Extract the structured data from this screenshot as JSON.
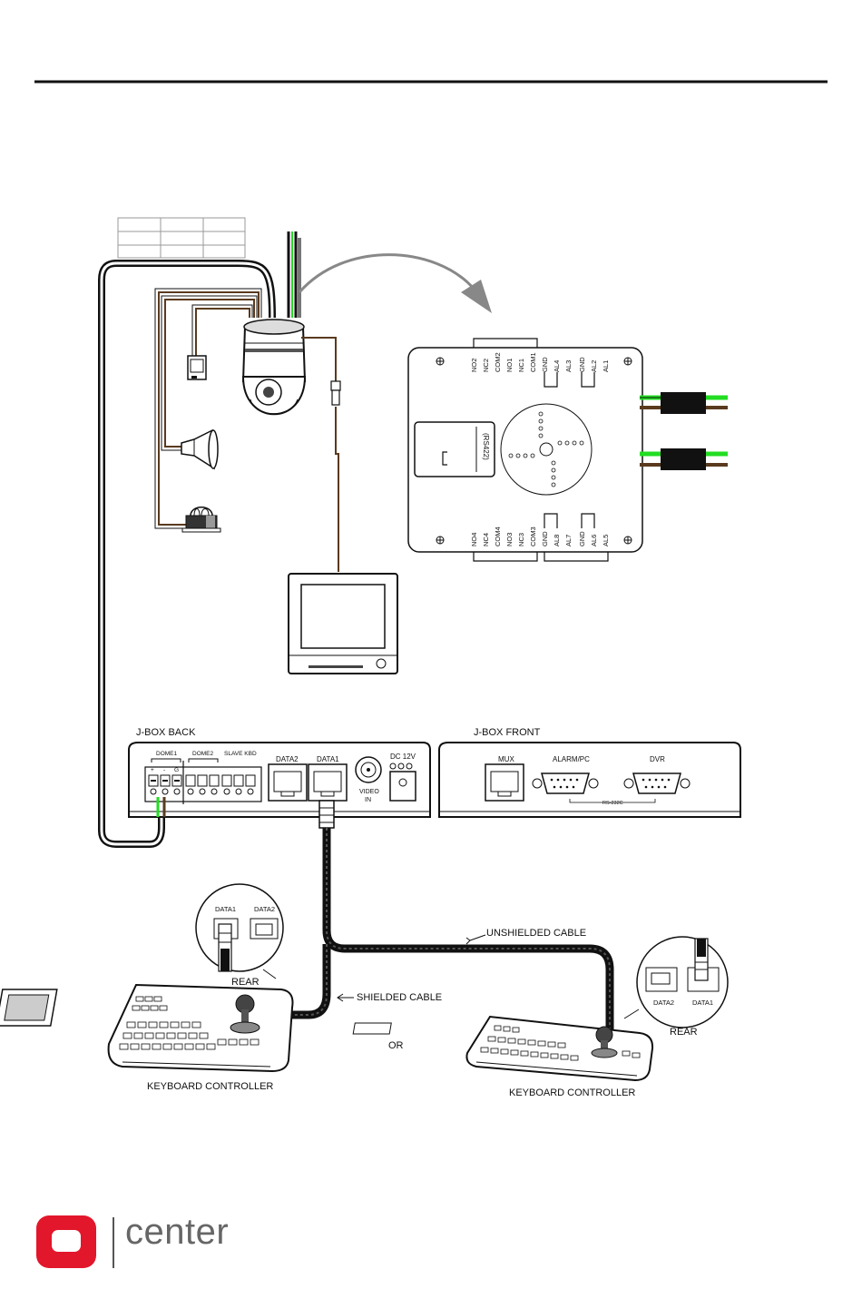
{
  "jbox": {
    "back_title": "J-BOX BACK",
    "front_title": "J-BOX FRONT",
    "back_ports": {
      "dome1": "DOME1",
      "dome2": "DOME2",
      "slave_kbd": "SLAVE KBD",
      "data2": "DATA2",
      "data1": "DATA1",
      "dc12v": "DC 12V",
      "video_in_1": "VIDEO",
      "video_in_2": "IN",
      "term_plus": "+",
      "term_minus": "-",
      "term_g": "G"
    },
    "front_ports": {
      "mux": "MUX",
      "alarm_pc": "ALARM/PC",
      "dvr": "DVR",
      "rs232c": "RS-232C"
    }
  },
  "alarm_board": {
    "top_terminals": [
      "NO2",
      "NC2",
      "COM2",
      "NO1",
      "NC1",
      "COM1",
      "GND",
      "AL4",
      "AL3",
      "GND",
      "AL2",
      "AL1"
    ],
    "bottom_terminals": [
      "NO4",
      "NC4",
      "COM4",
      "NO3",
      "NC3",
      "COM3",
      "GND",
      "AL8",
      "AL7",
      "GND",
      "AL6",
      "AL5"
    ],
    "rs422": "(RS422)"
  },
  "labels": {
    "unshielded_cable": "UNSHIELDED CABLE",
    "shielded_cable": "SHIELDED CABLE",
    "or": "OR",
    "keyboard_controller_left": "KEYBOARD CONTROLLER",
    "keyboard_controller_right": "KEYBOARD CONTROLLER",
    "rear_left": "REAR",
    "rear_right": "REAR",
    "inset_left_data1": "DATA1",
    "inset_left_data2": "DATA2",
    "inset_right_data1": "DATA1",
    "inset_right_data2": "DATA2"
  },
  "brand": {
    "name": "center"
  },
  "colors": {
    "green_wire": "#22dd22",
    "brown_wire": "#5a3a1e",
    "brand_red": "#e2172b"
  }
}
